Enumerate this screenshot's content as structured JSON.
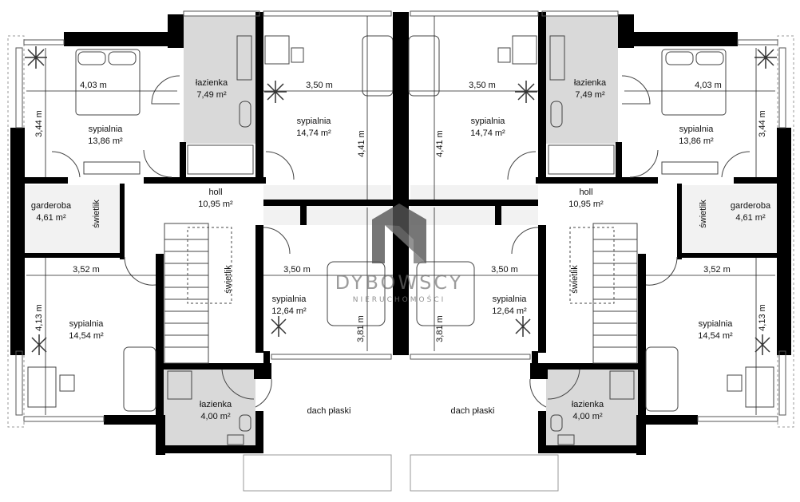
{
  "rooms": {
    "left": {
      "bedroom_nw": {
        "name": "sypialnia",
        "area": "13,86 m²",
        "width": "4,03 m",
        "depth": "3,44 m"
      },
      "bath_top": {
        "name": "łazienka",
        "area": "7,49 m²"
      },
      "bedroom_n": {
        "name": "sypialnia",
        "area": "14,74 m²",
        "width": "3,50 m",
        "depth": "4,41 m"
      },
      "wardrobe": {
        "name": "garderoba",
        "area": "4,61 m²",
        "skylight": "świetlik"
      },
      "hall": {
        "name": "holl",
        "area": "10,95 m²",
        "skylight": "świetlik"
      },
      "bedroom_c": {
        "name": "sypialnia",
        "area": "12,64 m²",
        "width": "3,50 m",
        "depth": "3,81 m"
      },
      "bedroom_sw": {
        "name": "sypialnia",
        "area": "14,54 m²",
        "width": "3,52 m",
        "depth": "4,13 m"
      },
      "bath_bottom": {
        "name": "łazienka",
        "area": "4,00 m²"
      },
      "roof": {
        "name": "dach płaski"
      }
    },
    "right": {
      "bedroom_ne": {
        "name": "sypialnia",
        "area": "13,86 m²",
        "width": "4,03 m",
        "depth": "3,44 m"
      },
      "bath_top": {
        "name": "łazienka",
        "area": "7,49 m²"
      },
      "bedroom_n": {
        "name": "sypialnia",
        "area": "14,74 m²",
        "width": "3,50 m",
        "depth": "4,41 m"
      },
      "wardrobe": {
        "name": "garderoba",
        "area": "4,61 m²",
        "skylight": "świetlik"
      },
      "hall": {
        "name": "holl",
        "area": "10,95 m²",
        "skylight": "świetlik"
      },
      "bedroom_c": {
        "name": "sypialnia",
        "area": "12,64 m²",
        "width": "3,50 m",
        "depth": "3,81 m"
      },
      "bedroom_se": {
        "name": "sypialnia",
        "area": "14,54 m²",
        "width": "3,52 m",
        "depth": "4,13 m"
      },
      "bath_bottom": {
        "name": "łazienka",
        "area": "4,00 m²"
      },
      "roof": {
        "name": "dach płaski"
      }
    }
  },
  "watermark": {
    "brand": "DYBOWSCY",
    "subtitle": "NIERUCHOMOŚCI"
  },
  "colors": {
    "wall": "#000000",
    "bath_fill": "#d9d9d9",
    "line": "#444444"
  }
}
